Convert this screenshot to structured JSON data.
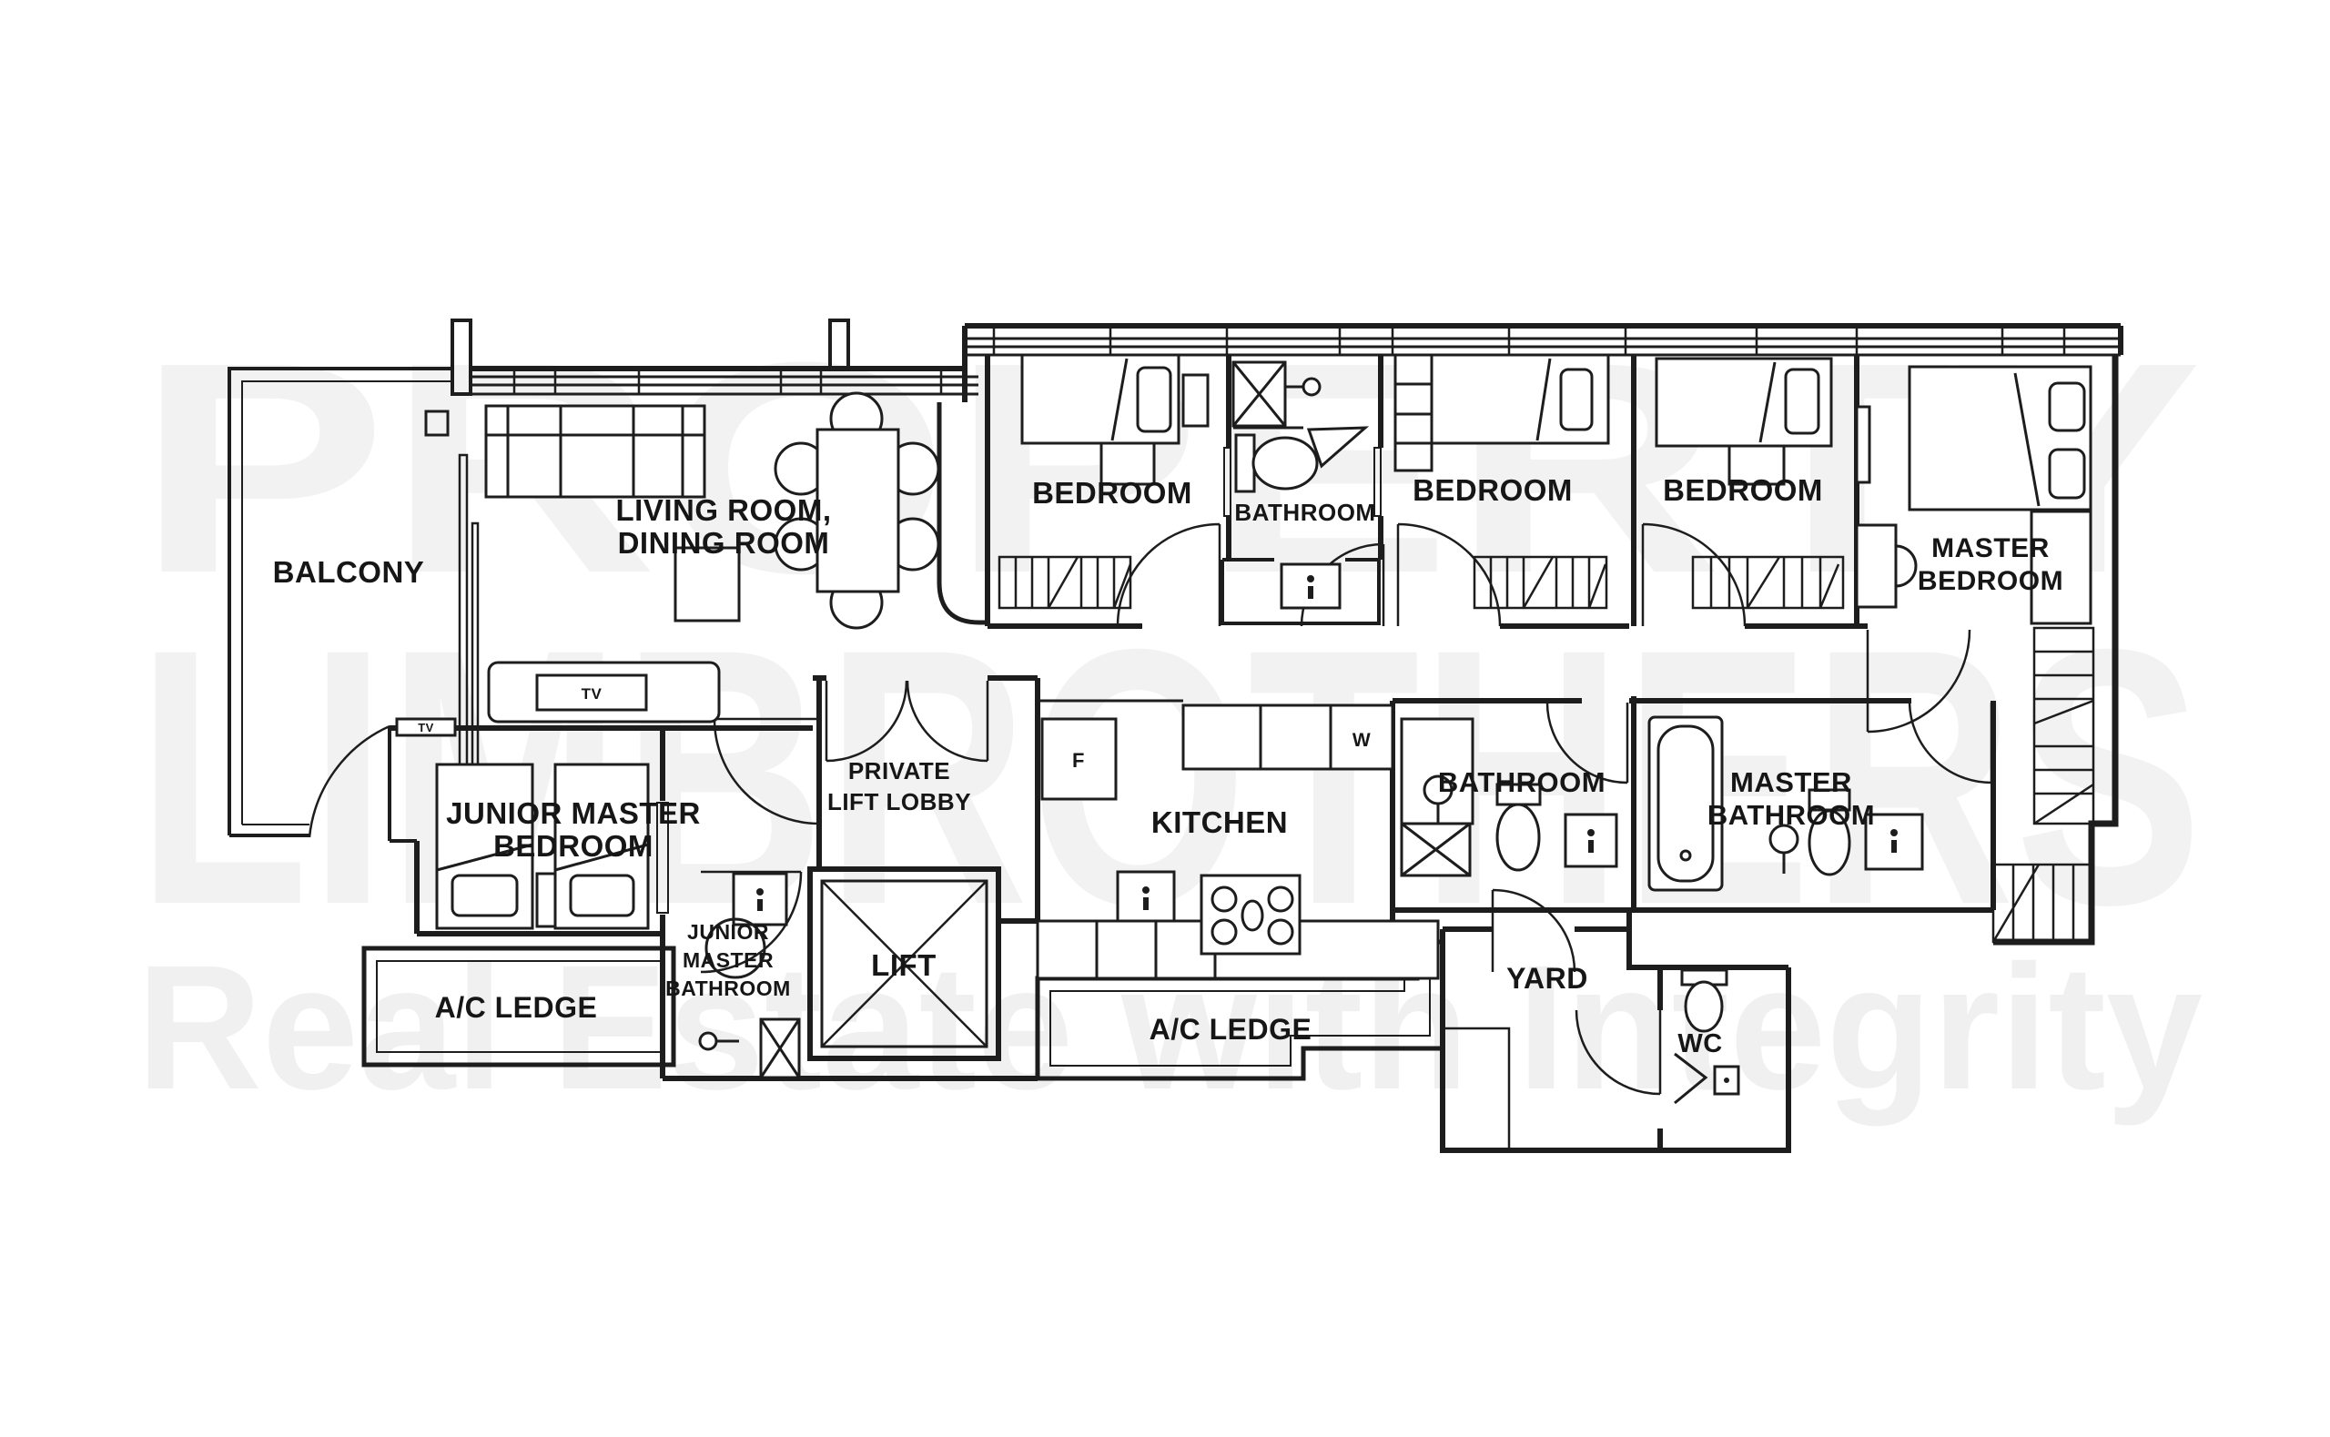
{
  "plan": {
    "rooms": {
      "balcony": "BALCONY",
      "living_dining_line1": "LIVING ROOM,",
      "living_dining_line2": "DINING ROOM",
      "bedroom1": "BEDROOM",
      "bathroom_top": "BATHROOM",
      "bedroom2": "BEDROOM",
      "bedroom3": "BEDROOM",
      "master_bedroom_line1": "MASTER",
      "master_bedroom_line2": "BEDROOM",
      "junior_master_bedroom_line1": "JUNIOR MASTER",
      "junior_master_bedroom_line2": "BEDROOM",
      "private_lift_lobby_line1": "PRIVATE",
      "private_lift_lobby_line2": "LIFT LOBBY",
      "junior_master_bathroom_line1": "JUNIOR",
      "junior_master_bathroom_line2": "MASTER",
      "junior_master_bathroom_line3": "BATHROOM",
      "lift": "LIFT",
      "kitchen": "KITCHEN",
      "bathroom_common": "BATHROOM",
      "master_bathroom_line1": "MASTER",
      "master_bathroom_line2": "BATHROOM",
      "ac_ledge_left": "A/C LEDGE",
      "ac_ledge_center": "A/C LEDGE",
      "yard": "YARD",
      "wc": "WC"
    },
    "appliances": {
      "fridge": "F",
      "washer": "W",
      "tv_console": "TV",
      "tv_wall": "TV"
    },
    "watermark": {
      "line1": "PROPERTY",
      "line2": "LIMBROTHERS",
      "line3": "Real Estate with Integrity"
    },
    "colors": {
      "wall": "#1d1d1d",
      "background": "#ffffff",
      "watermark": "#f2f2f2",
      "watermark_tagline": "#f0f0f0"
    }
  }
}
